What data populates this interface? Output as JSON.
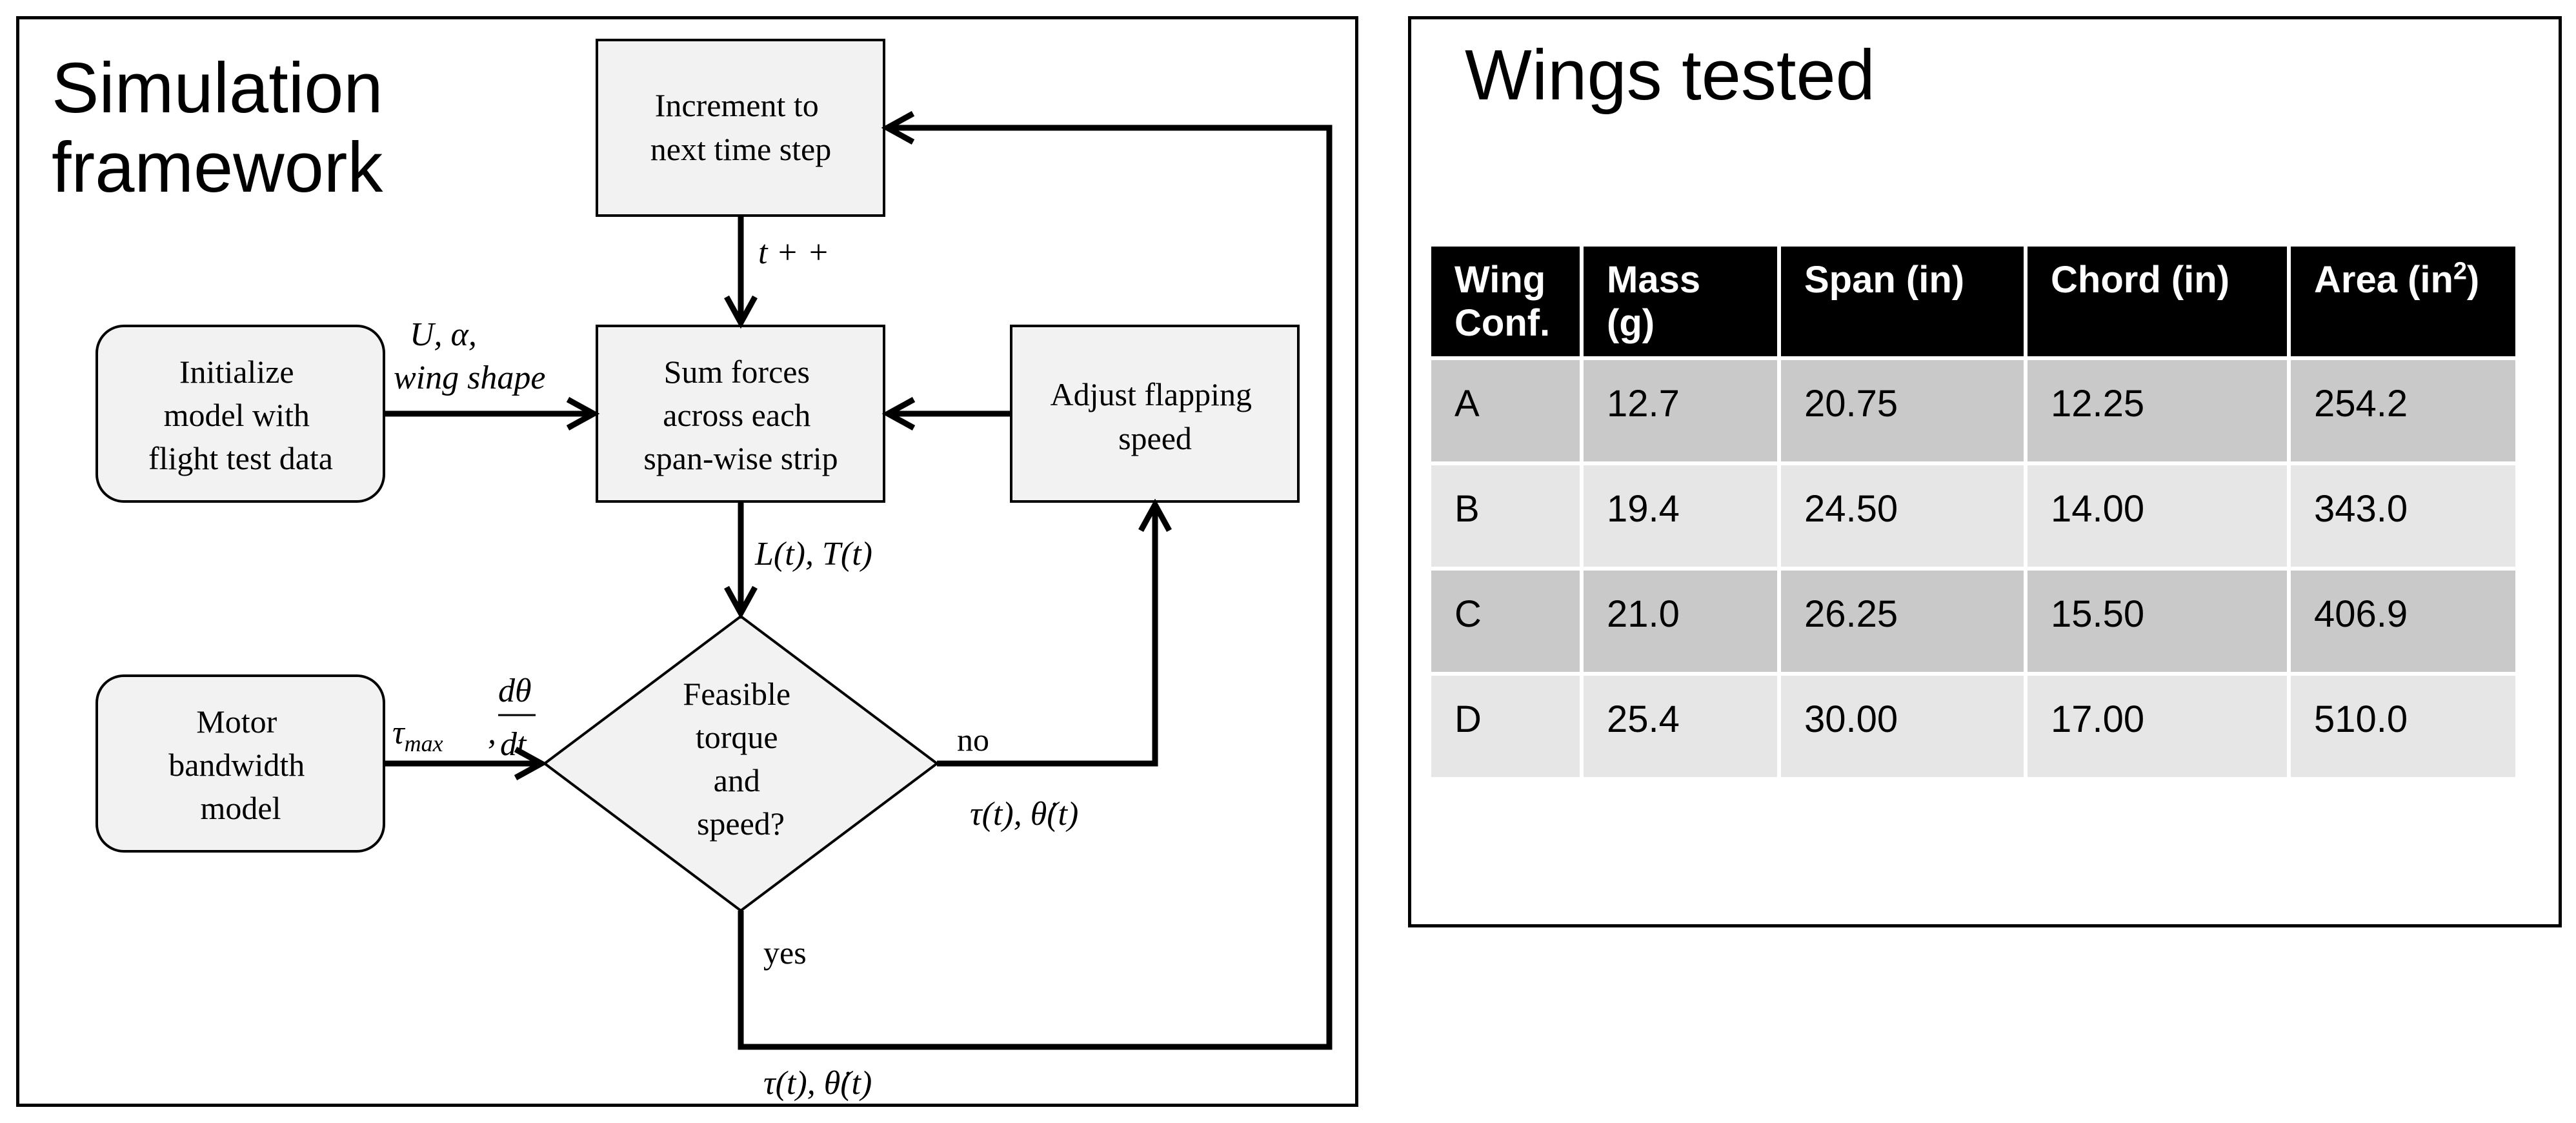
{
  "left_panel": {
    "title": "Simulation\nframework",
    "boxes": {
      "increment": [
        "Increment to",
        "next time step"
      ],
      "sum_forces": [
        "Sum forces",
        "across each",
        "span-wise strip"
      ],
      "initialize": [
        "Initialize",
        "model with",
        "flight test data"
      ],
      "adjust": [
        "Adjust flapping",
        "speed"
      ],
      "motor": [
        "Motor",
        "bandwidth",
        "model"
      ],
      "feasible": [
        "Feasible",
        "torque",
        "and",
        "speed?"
      ]
    },
    "labels": {
      "t_plus": "t + +",
      "init_line1": "U, α,",
      "init_line2": "wing shape",
      "lift_thrust": "L(t), T(t)",
      "tau_max": "τ",
      "tau_max_sub": "max",
      "dtheta_num": "dθ",
      "dtheta_den": "dt",
      "no": "no",
      "yes": "yes",
      "tau_theta_right": "τ(t), θ̇(t)",
      "tau_theta_bottom": "τ(t), θ̇(t)"
    }
  },
  "right_panel": {
    "title": "Wings tested",
    "table": {
      "headers": [
        [
          "Wing",
          "Conf."
        ],
        [
          "Mass",
          "(g)"
        ],
        [
          "Span (in)"
        ],
        [
          "Chord (in)"
        ],
        [
          "Area (in",
          "2",
          ")"
        ]
      ],
      "rows": [
        [
          "A",
          "12.7",
          "20.75",
          "12.25",
          "254.2"
        ],
        [
          "B",
          "19.4",
          "24.50",
          "14.00",
          "343.0"
        ],
        [
          "C",
          "21.0",
          "26.25",
          "15.50",
          "406.9"
        ],
        [
          "D",
          "25.4",
          "30.00",
          "17.00",
          "510.0"
        ]
      ]
    }
  },
  "colors": {
    "box_fill": "#f2f2f2",
    "header_bg": "#000000",
    "row_dark": "#c9c9c9",
    "row_light": "#e6e6e6"
  }
}
